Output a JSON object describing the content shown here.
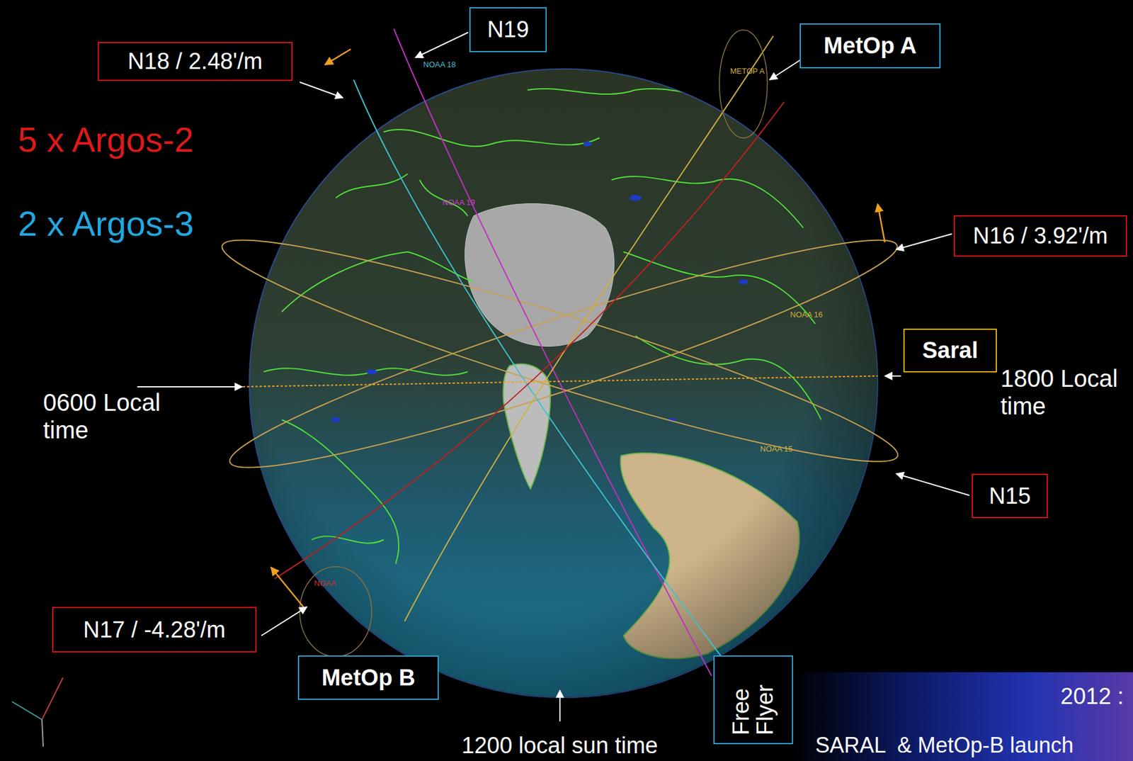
{
  "diagram": {
    "nodes": [
      {
        "text": [
          "N19"
        ]
      },
      {
        "text": [
          "N18 / 2.48'/m"
        ]
      },
      {
        "text": [
          "MetOp A"
        ]
      },
      {
        "text": [
          "N16 / 3.92'/m"
        ]
      },
      {
        "text": [
          "Saral"
        ]
      },
      {
        "text": [
          "N15"
        ]
      },
      {
        "text": [
          "N17 / -4.28'/m"
        ]
      },
      {
        "text": [
          "MetOp B"
        ]
      },
      {
        "text": [
          "Free Flyer"
        ]
      }
    ],
    "labels": [
      "5 x Argos-2",
      "2 x Argos-3",
      "0600 Local time",
      "1800 Local time",
      "1200 local sun time",
      "2012 :",
      "SARAL  & MetOp-B launch",
      "NOAA 18",
      "NOAA 19",
      "METOP A",
      "NOAA 16",
      "NOAA 15",
      "NOAA"
    ]
  }
}
